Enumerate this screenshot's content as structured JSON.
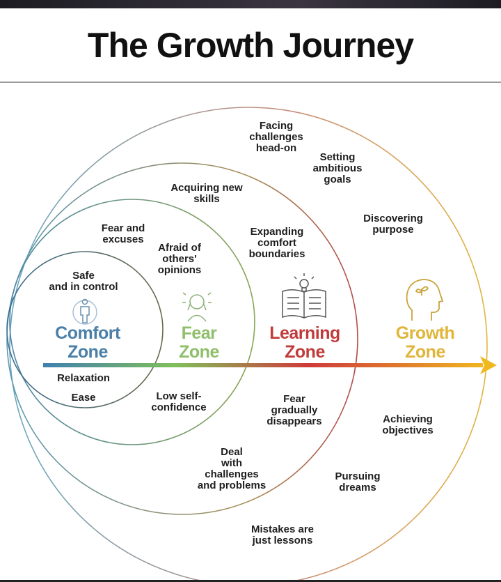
{
  "title": "The Growth Journey",
  "colors": {
    "comfort": "#4a7fa8",
    "fear": "#8fbf6a",
    "learning": "#c23b3b",
    "growth": "#e0b53a"
  },
  "zones": {
    "comfort": {
      "name": "Comfort\nZone",
      "icon": "person-icon"
    },
    "fear": {
      "name": "Fear\nZone",
      "icon": "scared-face-icon"
    },
    "learning": {
      "name": "Learning\nZone",
      "icon": "book-lightbulb-icon"
    },
    "growth": {
      "name": "Growth\nZone",
      "icon": "head-sprout-icon"
    }
  },
  "labels": {
    "safe": "Safe\nand in control",
    "relaxation": "Relaxation",
    "ease": "Ease",
    "fear_excuses": "Fear and\nexcuses",
    "afraid": "Afraid of\nothers'\nopinions",
    "low_confidence": "Low self-\nconfidence",
    "acquiring": "Acquiring new\nskills",
    "expanding": "Expanding\ncomfort\nboundaries",
    "fear_disappears": "Fear\ngradually\ndisappears",
    "deal": "Deal\nwith\nchallenges\nand problems",
    "facing": "Facing\nchallenges\nhead-on",
    "setting": "Setting\nambitious\ngoals",
    "discovering": "Discovering\npurpose",
    "achieving": "Achieving\nobjectives",
    "pursuing": "Pursuing\ndreams",
    "mistakes": "Mistakes are\njust lessons"
  }
}
